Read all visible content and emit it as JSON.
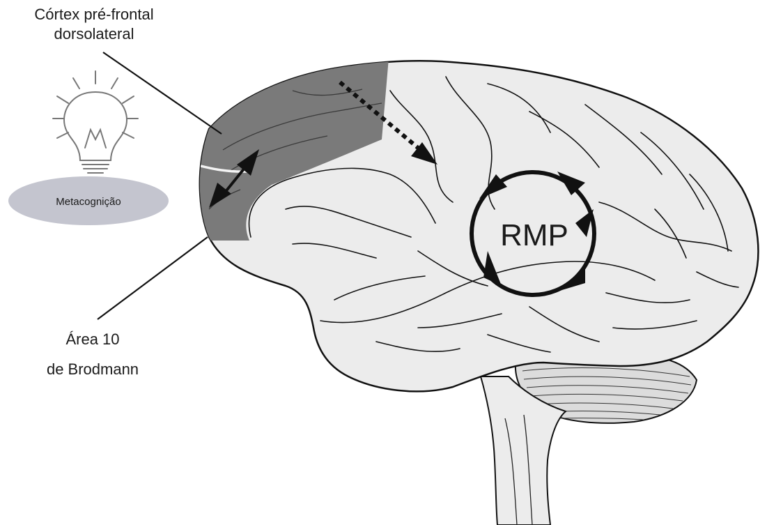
{
  "labels": {
    "dlpfc_line1": "Córtex pré-frontal",
    "dlpfc_line2": "dorsolateral",
    "metacognition": "Metacognição",
    "area10_line1": "Área 10",
    "area10_line2": "de Brodmann",
    "rmp": "RMP"
  },
  "icons": {
    "lightbulb": "lightbulb-icon"
  },
  "colors": {
    "prefrontal_shading": "#7a7a7a",
    "brain_fill": "#ececec",
    "ellipse_fill": "#c4c5cf",
    "outline": "#111111"
  }
}
